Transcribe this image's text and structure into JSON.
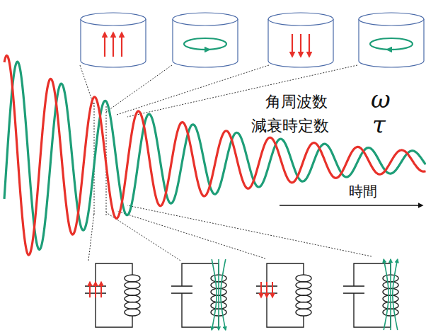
{
  "diagram": {
    "labels": [
      "角周波数",
      "ω",
      "減衰時定数",
      "τ",
      "時間"
    ]
  }
}
